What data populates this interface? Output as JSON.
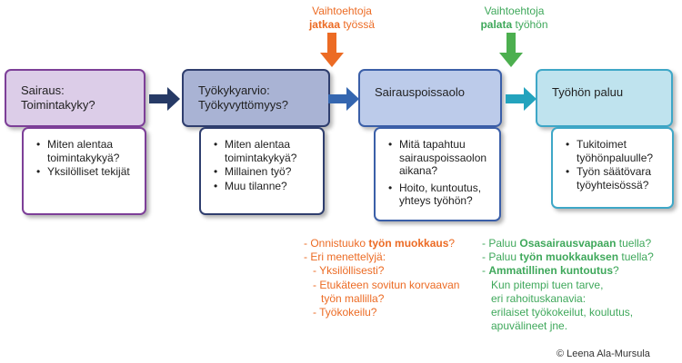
{
  "stages": [
    {
      "line1": "Sairaus:",
      "line2": "Toimintakyky?",
      "bullets": [
        "Miten alentaa toimintakykyä?",
        "Yksilölliset tekijät"
      ]
    },
    {
      "line1": "Työkykyarvio:",
      "line2": "Työkyvyttömyys?",
      "bullets": [
        "Miten alentaa toimintakykyä?",
        "Millainen työ?",
        "Muu tilanne?"
      ]
    },
    {
      "line1": "Sairauspoissaolo",
      "line2": "",
      "bullets": [
        "Mitä tapahtuu sairauspoissaolon aikana?",
        "Hoito, kuntoutus, yhteys työhön?"
      ]
    },
    {
      "line1": "Työhön paluu",
      "line2": "",
      "bullets": [
        "Tukitoimet työhönpaluulle?",
        "Työn säätövara työyhteisössä?"
      ]
    }
  ],
  "alternatives": {
    "continue": {
      "line1": "Vaihtoehtoja",
      "bold": "jatkaa",
      "rest": " työssä"
    },
    "return": {
      "line1": "Vaihtoehtoja",
      "bold": "palata",
      "rest": " työhön"
    }
  },
  "notes_orange": {
    "q1_pre": "- Onnistuuko ",
    "q1_bold": "työn muokkaus",
    "q1_post": "?",
    "q2": "- Eri menettelyjä:",
    "sub1": "- Yksilöllisesti?",
    "sub2_a": "- Etukäteen sovitun korvaavan",
    "sub2_b": "työn mallilla?",
    "sub3": "- Työkokeilu?"
  },
  "notes_green": {
    "r1_pre": "- Paluu ",
    "r1_bold": "Osasairausvapaan",
    "r1_post": " tuella?",
    "r2_pre": "- Paluu ",
    "r2_bold": "työn muokkauksen",
    "r2_post": " tuella?",
    "r3_pre": "- ",
    "r3_bold": "Ammatillinen kuntoutus",
    "r3_post": "?",
    "r4": "Kun pitempi tuen tarve,",
    "r5": "eri rahoituskanavia:",
    "r6": "erilaiset työkokeilut, koulutus,",
    "r7": "apuvälineet jne."
  },
  "copyright": "© Leena Ala-Mursula",
  "colors": {
    "purple": "#7d3f98",
    "navy": "#2f3e6e",
    "blue": "#3b5fa8",
    "teal": "#3ea7c7",
    "orange": "#ec6b24",
    "green": "#3fa85b"
  }
}
